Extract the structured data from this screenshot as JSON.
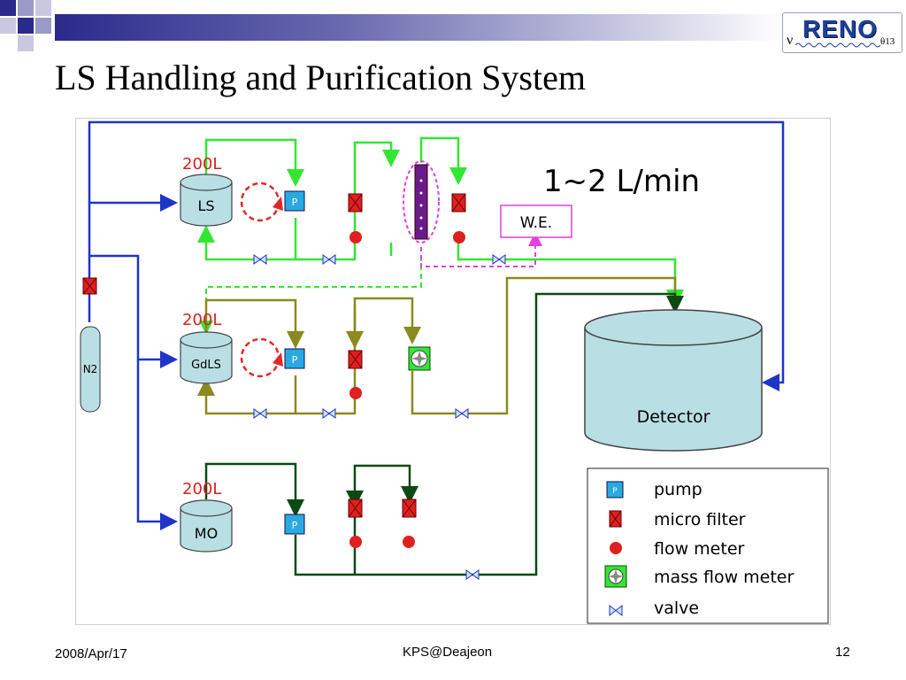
{
  "slide": {
    "title": "LS Handling and Purification System",
    "date": "2008/Apr/17",
    "venue": "KPS@Deajeon",
    "page_number": "12"
  },
  "logo": {
    "word": "RENO",
    "nu": "ν",
    "theta": "θ13"
  },
  "diagram": {
    "flow_rate": "1~2 L/min",
    "tanks": [
      {
        "label": "LS",
        "volume": "200L"
      },
      {
        "label": "GdLS",
        "volume": "200L"
      },
      {
        "label": "MO",
        "volume": "200L"
      }
    ],
    "gas_bottle": "N2",
    "we_box": "W.E.",
    "detector": "Detector",
    "pump_letter": "P",
    "legend": [
      {
        "symbol": "pump",
        "label": "pump"
      },
      {
        "symbol": "micro-filter",
        "label": "micro filter"
      },
      {
        "symbol": "flow-meter",
        "label": "flow meter"
      },
      {
        "symbol": "mass-flow-meter",
        "label": "mass flow meter"
      },
      {
        "symbol": "valve",
        "label": "valve"
      }
    ],
    "colors": {
      "n2_line": "#1f35c8",
      "ls_line": "#33e633",
      "gdls_line": "#8a8a1e",
      "mo_line": "#0b4a12",
      "recirc": "#e02828",
      "we_line": "#e040e0",
      "tank_fill": "#b9dfe4",
      "pump_fill": "#2aa8e0",
      "filter_fill": "#e02020",
      "column_fill": "#6a1a8a"
    }
  }
}
